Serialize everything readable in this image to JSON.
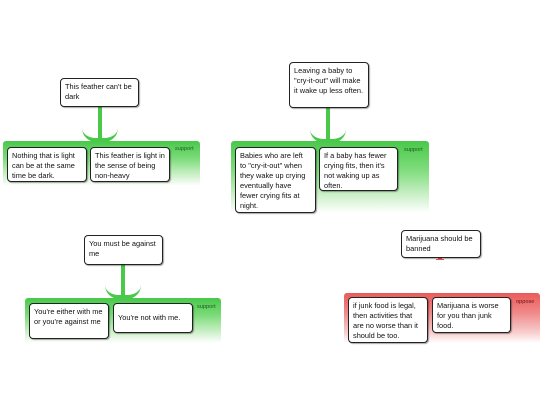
{
  "maps": [
    {
      "claim": "This feather can't be dark",
      "relation": "support",
      "premises": [
        "Nothing that is light can be at the same time be dark.",
        "This feather is light in the sense of being non-heavy"
      ]
    },
    {
      "claim": "Leaving a baby to \"cry-it-out\" will make it wake up less often.",
      "relation": "support",
      "premises": [
        "Babies who are left to \"cry-it-out\" when they wake up crying eventually have fewer crying fits at night.",
        "If a baby has fewer crying fits, then it's not waking up as often."
      ]
    },
    {
      "claim": "You must be against me",
      "relation": "support",
      "premises": [
        "You're either with me or you're against me",
        "You're not with me."
      ]
    },
    {
      "claim": "Marijuana should be banned",
      "relation": "oppose",
      "premises": [
        "if junk food is legal, then activities that are no worse than it should be too.",
        "Marijuana is worse for you than junk food."
      ]
    }
  ],
  "colors": {
    "support": "#49c84a",
    "oppose": "#ea5a5a"
  }
}
